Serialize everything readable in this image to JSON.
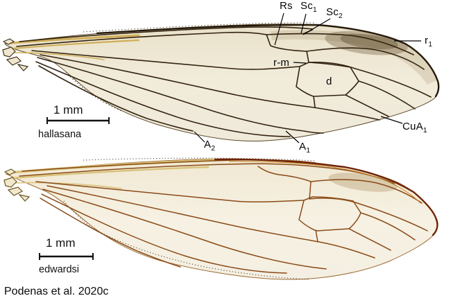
{
  "figure": {
    "citation": "Podenas et al. 2020c",
    "panels": [
      {
        "species": "hallasana",
        "scale": "1 mm"
      },
      {
        "species": "edwardsi",
        "scale": "1 mm"
      }
    ],
    "labels": {
      "rs": {
        "base": "Rs",
        "sub": ""
      },
      "sc1": {
        "base": "Sc",
        "sub": "1"
      },
      "sc2": {
        "base": "Sc",
        "sub": "2"
      },
      "r1": {
        "base": "r",
        "sub": "1"
      },
      "rm": {
        "base": "r-m",
        "sub": ""
      },
      "d": {
        "base": "d",
        "sub": ""
      },
      "cua1": {
        "base": "CuA",
        "sub": "1"
      },
      "a1": {
        "base": "A",
        "sub": "1"
      },
      "a2": {
        "base": "A",
        "sub": "2"
      }
    },
    "colors": {
      "background": "#ffffff",
      "membrane_top_wing": "#ece5d0",
      "membrane_bottom_wing": "#f3eddd",
      "vein_dark": "#33230f",
      "vein_amber": "#8a4a16",
      "vein_yellow": "#cfae58",
      "costa_dark": "#241808",
      "costa_red": "#6e2408",
      "stigma_top_wing": "#6e5e3e",
      "stigma_bottom_wing": "#a08250",
      "leader_line": "#000000",
      "text": "#050505"
    }
  }
}
